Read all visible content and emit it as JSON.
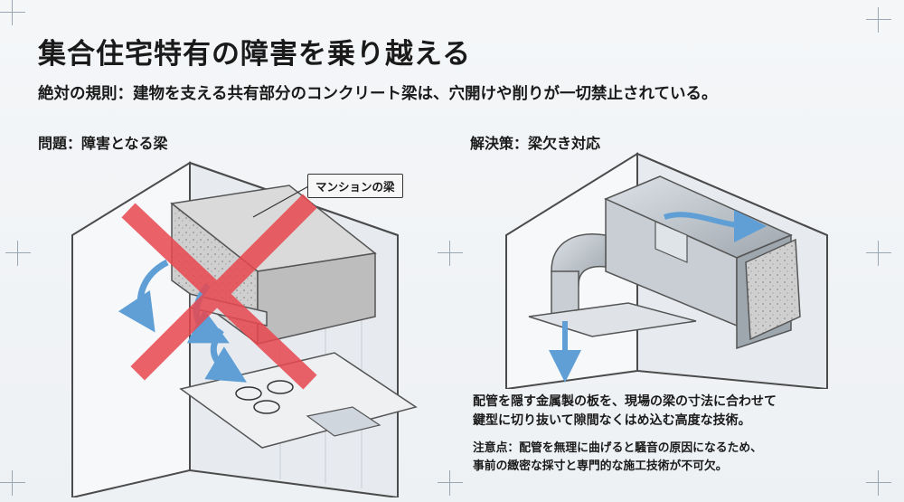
{
  "title": "集合住宅特有の障害を乗り越える",
  "rule": "絶対の規則：建物を支える共有部分のコンクリート梁は、穴開けや削りが一切禁止されている。",
  "problem": {
    "label": "問題：障害となる梁",
    "callout": "マンションの梁"
  },
  "solution": {
    "label": "解決策：梁欠き対応",
    "description_line1": "配管を隠す金属製の板を、現場の梁の寸法に合わせて",
    "description_line2": "鍵型に切り抜いて隙間なくはめ込む高度な技術。",
    "note_line1": "注意点：配管を無理に曲げると騒音の原因になるため、",
    "note_line2": "事前の緻密な採寸と専門的な施工技術が不可欠。"
  },
  "colors": {
    "cross": "#e8474f",
    "arrow": "#5f9fd6",
    "concrete": "#c9c9c9",
    "metal": "#b8bec5"
  }
}
